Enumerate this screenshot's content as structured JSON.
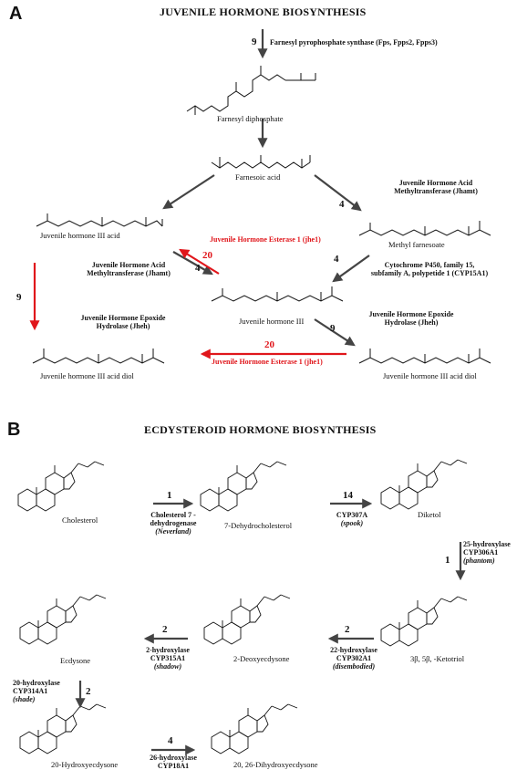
{
  "panel_a": {
    "letter": "A",
    "title": "JUVENILE HORMONE BIOSYNTHESIS",
    "compounds": {
      "farnesyl_diphosphate": "Farnesyl diphosphate",
      "farnesoic_acid": "Farnesoic acid",
      "jh3_acid": "Juvenile hormone III acid",
      "methyl_farnesoate": "Methyl farnesoate",
      "jh3": "Juvenile hormone III",
      "jh3_acid_diol_left": "Juvenile hormone III acid diol",
      "jh3_acid_diol_right": "Juvenile hormone III acid diol"
    },
    "enzymes": {
      "fps": "Farnesyl pyrophosphate synthase (Fps, Fpps2, Fpps3)",
      "jhamt_right_1": "Juvenile Hormone Acid",
      "jhamt_right_2": "Methyltransferase (Jhamt)",
      "jhamt_left_1": "Juvenile Hormone Acid",
      "jhamt_left_2": "Methyltransferase (Jhamt)",
      "jhe1_top": "Juvenile Hormone Esterase 1 (jhe1)",
      "cyp_1": "Cytochrome P450, family 15,",
      "cyp_2": "subfamily A, polypetide 1 (CYP15A1)",
      "jheh_left_1": "Juvenile Hormone Epoxide",
      "jheh_left_2": "Hydrolase (Jheh)",
      "jheh_right_1": "Juvenile Hormone Epoxide",
      "jheh_right_2": "Hydrolase (Jheh)",
      "jhe1_bottom": "Juvenile Hormone Esterase 1 (jhe1)"
    },
    "numbers": {
      "fps": "9",
      "jhamt_right": "4",
      "jhe1_top": "20",
      "jhamt_left": "4",
      "cyp": "4",
      "jheh_left": "9",
      "jheh_right": "9",
      "jhe1_bottom": "20"
    }
  },
  "panel_b": {
    "letter": "B",
    "title": "ECDYSTEROID HORMONE BIOSYNTHESIS",
    "compounds": {
      "cholesterol": "Cholesterol",
      "dehydrocholesterol": "7-Dehydrocholesterol",
      "diketol": "Diketol",
      "ketotriol": "3β, 5β, -Ketotriol",
      "deoxyecdysone": "2-Deoxyecdysone",
      "ecdysone": "Ecdysone",
      "hydroxyecdysone": "20-Hydroxyecdysone",
      "dihydroxyecdysone": "20, 26-Dihydroxyecdysone"
    },
    "enzymes": {
      "neverland_1": "Cholesterol 7 -",
      "neverland_2": "dehydrogenase",
      "neverland_3": "(Neverland)",
      "spook_1": "CYP307A",
      "spook_2": "(spook)",
      "phantom_1": "25-hydroxylase",
      "phantom_2": "CYP306A1",
      "phantom_3": "(phantom)",
      "disembodied_1": "22-hydroxylase",
      "disembodied_2": "CYP302A1",
      "disembodied_3": "(disembodied)",
      "shadow_1": "2-hydroxylase",
      "shadow_2": "CYP315A1",
      "shadow_3": "(shadow)",
      "shade_1": "20-hydroxylase",
      "shade_2": "CYP314A1",
      "shade_3": "(shade)",
      "cyp18_1": "26-hydroxylase",
      "cyp18_2": "CYP18A1"
    },
    "numbers": {
      "neverland": "1",
      "spook": "14",
      "phantom": "1",
      "disembodied": "2",
      "shadow": "2",
      "shade": "2",
      "cyp18": "4"
    }
  },
  "colors": {
    "red": "#e0161b",
    "arrow_gray": "#444444",
    "text": "#111111"
  }
}
